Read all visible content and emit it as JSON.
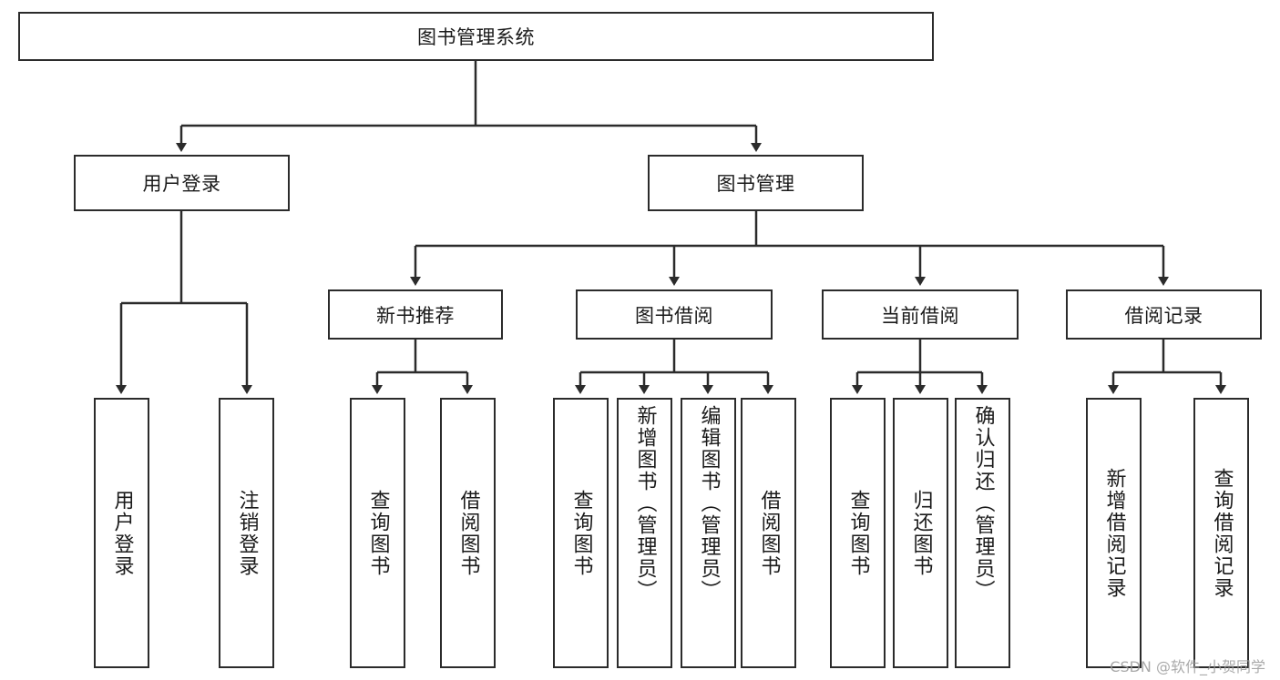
{
  "diagram": {
    "type": "tree-hierarchy-chart",
    "title": "图书管理系统",
    "watermark": "CSDN @软件_小贺同学",
    "colors": {
      "stroke": "#2b2b2b",
      "fill": "#ffffff",
      "text": "#1a1a1a",
      "watermark": "#9b9b9b"
    },
    "levels": {
      "root": {
        "label": "图书管理系统"
      },
      "level2": [
        {
          "label": "用户登录"
        },
        {
          "label": "图书管理"
        }
      ],
      "level3": [
        {
          "label": "新书推荐"
        },
        {
          "label": "图书借阅"
        },
        {
          "label": "当前借阅"
        },
        {
          "label": "借阅记录"
        }
      ],
      "leaves": {
        "user_login": [
          {
            "label": "用户登录"
          },
          {
            "label": "注销登录"
          }
        ],
        "new_book_recommend": [
          {
            "label": "查询图书"
          },
          {
            "label": "借阅图书"
          }
        ],
        "book_borrow": [
          {
            "label": "查询图书"
          },
          {
            "label": "新增图书（管理员）"
          },
          {
            "label": "编辑图书（管理员）"
          },
          {
            "label": "借阅图书"
          }
        ],
        "current_borrow": [
          {
            "label": "查询图书"
          },
          {
            "label": "归还图书"
          },
          {
            "label": "确认归还（管理员）"
          }
        ],
        "borrow_record": [
          {
            "label": "新增借阅记录"
          },
          {
            "label": "查询借阅记录"
          }
        ]
      }
    }
  }
}
